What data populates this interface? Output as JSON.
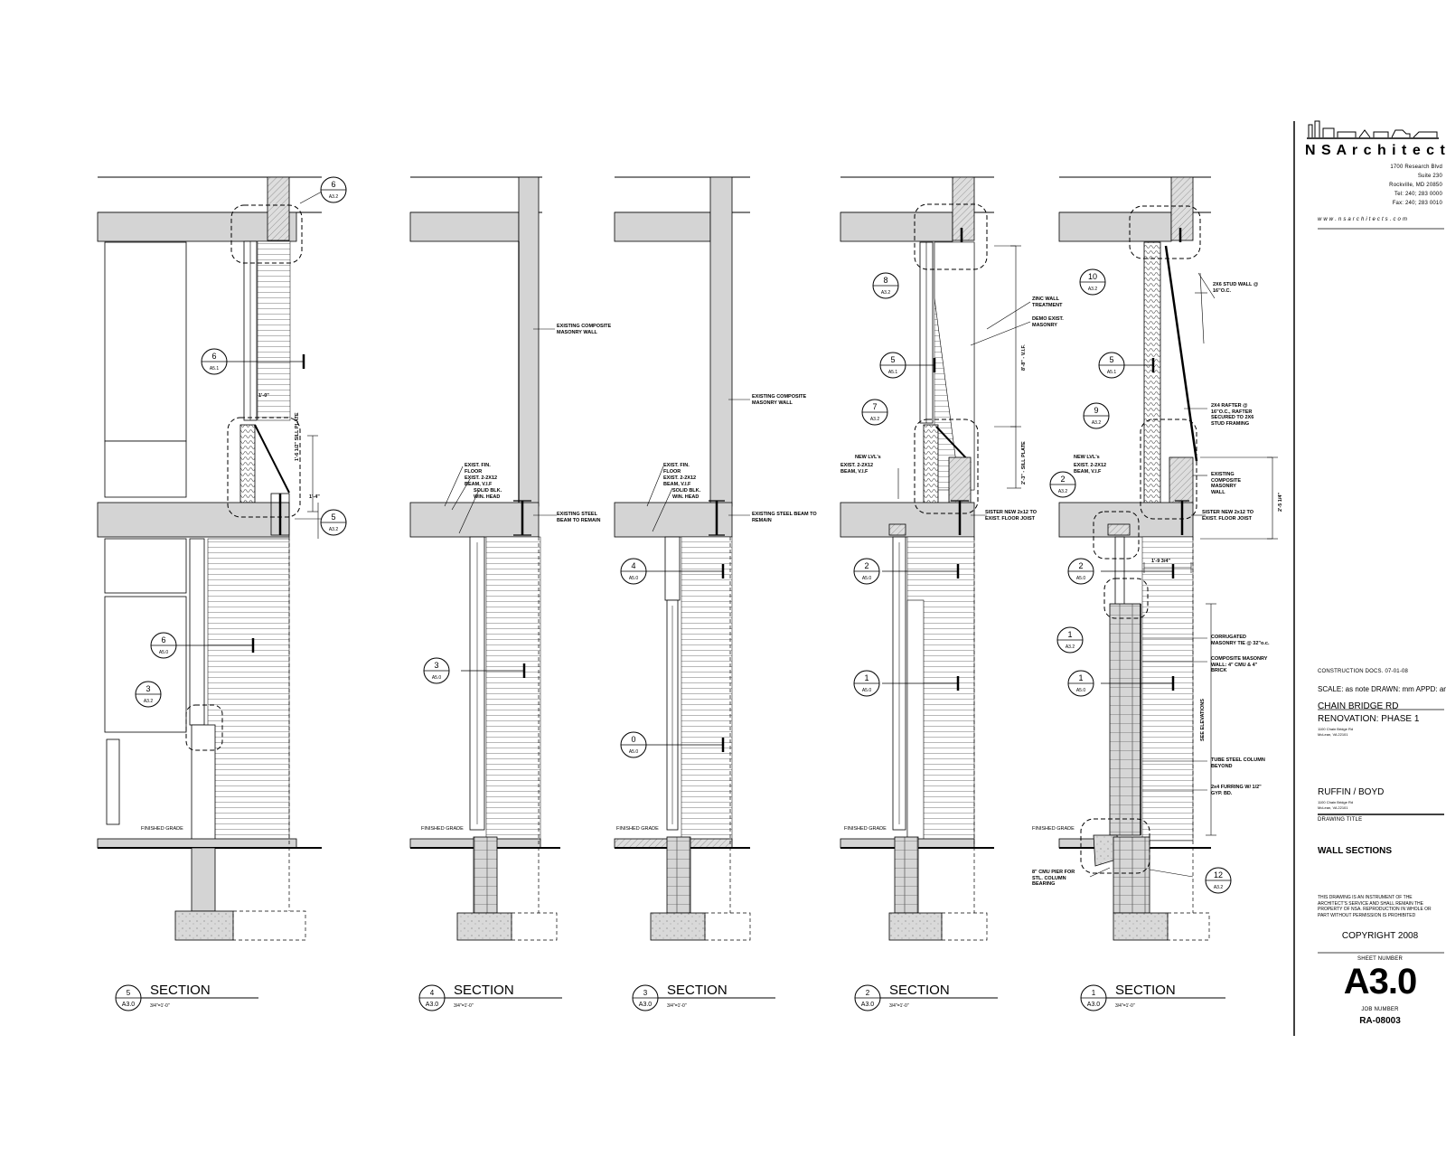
{
  "sheet": {
    "sections": [
      {
        "number": "5",
        "sheet_ref": "A3.0",
        "title": "SECTION",
        "scale": "3/4\"=1'-0\""
      },
      {
        "number": "4",
        "sheet_ref": "A3.0",
        "title": "SECTION",
        "scale": "3/4\"=1'-0\""
      },
      {
        "number": "3",
        "sheet_ref": "A3.0",
        "title": "SECTION",
        "scale": "3/4\"=1'-0\""
      },
      {
        "number": "2",
        "sheet_ref": "A3.0",
        "title": "SECTION",
        "scale": "3/4\"=1'-0\""
      },
      {
        "number": "1",
        "sheet_ref": "A3.0",
        "title": "SECTION",
        "scale": "3/4\"=1'-0\""
      }
    ],
    "callouts": {
      "s5": [
        {
          "num": "6",
          "ref": "A3.2"
        },
        {
          "num": "6",
          "ref": "A5.1"
        },
        {
          "num": "5",
          "ref": "A3.2"
        },
        {
          "num": "6",
          "ref": "A5.0"
        },
        {
          "num": "3",
          "ref": "A3.2"
        }
      ],
      "s4": [
        {
          "num": "3",
          "ref": "A5.0"
        }
      ],
      "s3": [
        {
          "num": "4",
          "ref": "A5.0"
        },
        {
          "num": "0",
          "ref": "A5.0"
        }
      ],
      "s2": [
        {
          "num": "8",
          "ref": "A3.2"
        },
        {
          "num": "5",
          "ref": "A5.1"
        },
        {
          "num": "7",
          "ref": "A3.2"
        },
        {
          "num": "2",
          "ref": "A5.0"
        },
        {
          "num": "1",
          "ref": "A5.0"
        }
      ],
      "s1": [
        {
          "num": "10",
          "ref": "A3.2"
        },
        {
          "num": "5",
          "ref": "A5.1"
        },
        {
          "num": "9",
          "ref": "A3.2"
        },
        {
          "num": "2",
          "ref": "A3.2"
        },
        {
          "num": "2",
          "ref": "A5.0"
        },
        {
          "num": "1",
          "ref": "A3.2"
        },
        {
          "num": "1",
          "ref": "A5.0"
        },
        {
          "num": "12",
          "ref": "A3.2"
        }
      ]
    },
    "notes": {
      "s5_dim1": "1'-0\"",
      "s5_dim2": "1'-6 1/2\" SILL PLATE",
      "s5_dim3": "1'-4\"",
      "s4_wall": "EXISTING COMPOSITE MASONRY WALL",
      "s4_floor": "EXIST. FIN. FLOOR",
      "s4_beam": "EXIST. 2-2X12 BEAM, V.I.F",
      "s4_head": "SOLID BLK. WIN. HEAD",
      "s4_steel": "EXISTING STEEL BEAM TO REMAIN",
      "s3_wall": "EXISTING COMPOSITE MASONRY WALL",
      "s3_floor": "EXIST. FIN. FLOOR",
      "s3_beam": "EXIST. 2-2X12 BEAM, V.I.F",
      "s3_head": "SOLID BLK. WIN. HEAD",
      "s3_steel": "EXISTING STEEL BEAM TO REMAIN",
      "s2_zinc": "ZINC WALL TREATMENT",
      "s2_demo": "DEMO EXIST. MASONRY",
      "s2_height": "8'-8\" - V.I.F.",
      "s2_sill": "2'-3\" - SILL PLATE",
      "s2_lvl": "NEW LVL's",
      "s2_beam": "EXIST. 2-2X12 BEAM, V.I.F",
      "s2_sister": "SISTER NEW 2x12 TO EXIST. FLOOR JOIST",
      "s1_stud": "2X6 STUD WALL @ 16\"O.C.",
      "s1_rafter": "2X4 RAFTER @ 16\"O.C., RAFTER SECURED TO 2X6 STUD FRAMING",
      "s1_existing": "EXISTING COMPOSITE MASONRY WALL",
      "s1_lvl": "NEW LVL's",
      "s1_beam": "EXIST. 2-2X12 BEAM, V.I.F",
      "s1_sister": "SISTER NEW 2x12 TO EXIST. FLOOR JOIST",
      "s1_dim": "2'-5 1/4\"",
      "s1_dim2": "1'-9 3/4\"",
      "s1_tie": "CORRUGATED MASONRY TIE @ 32\"o.c.",
      "s1_composite": "COMPOSITE MASONRY WALL: 4\" CMU & 4\" BRICK",
      "s1_elev": "SEE ELEVATIONS",
      "s1_tube": "TUBE STEEL COLUMN BEYOND",
      "s1_furring": "2x4 FURRING W/ 1/2\" GYP. BD.",
      "s1_pier": "8\" CMU PIER FOR STL. COLUMN BEARING",
      "grade": "FINISHED GRADE"
    }
  },
  "title_block": {
    "firm": "N S A r c h i t e c t s",
    "address_1": "1700 Research Blvd",
    "address_2": "Suite 230",
    "address_3": "Rockville, MD 20850",
    "phone": "Tel: 240; 283 0000",
    "fax": "Fax: 240; 283 0010",
    "web": "w w w . n s a r c h i t e c t s . c o m",
    "drawing_info": "CONSTRUCTION DOCS.   07-01-08",
    "scale_row": "SCALE: as note   DRAWN: mm   APPD: am",
    "project_1": "CHAIN BRIDGE RD",
    "project_2": "RENOVATION:  PHASE 1",
    "project_addr_1": "1100 Chain Bridge Rd",
    "project_addr_2": "McLean, VA 22101",
    "client": "RUFFIN / BOYD",
    "client_addr_1": "1100 Chain Bridge Rd",
    "client_addr_2": "McLean, VA 22101",
    "drawing_title_label": "DRAWING TITLE",
    "drawing_title": "WALL SECTIONS",
    "disclaimer": "THIS DRAWING IS AN INSTRUMENT OF THE ARCHITECT'S SERVICE AND SHALL REMAIN THE PROPERTY OF NSA. REPRODUCTION IN WHOLE OR PART WITHOUT PERMISSION IS PROHIBITED",
    "copyright": "COPYRIGHT 2008",
    "sheet_number_label": "SHEET NUMBER",
    "sheet_number": "A3.0",
    "job_number_label": "JOB NUMBER",
    "job_number": "RA-08003"
  }
}
